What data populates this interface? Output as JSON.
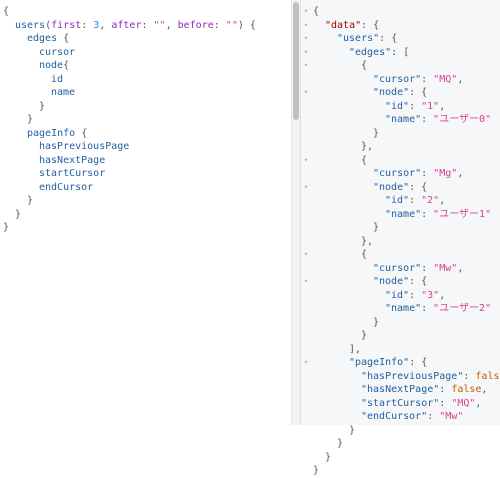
{
  "query": {
    "field": "users",
    "args": [
      {
        "name": "first",
        "kind": "num",
        "value": "3"
      },
      {
        "name": "after",
        "kind": "str",
        "value": "\"\""
      },
      {
        "name": "before",
        "kind": "str",
        "value": "\"\""
      }
    ],
    "lines": [
      {
        "indent": 0,
        "tokens": [
          {
            "t": "{",
            "c": "c-punc"
          }
        ]
      },
      {
        "indent": 1,
        "tokens": [
          {
            "t": "users",
            "c": "c-key"
          },
          {
            "t": "(",
            "c": "c-punc"
          },
          {
            "t": "first",
            "c": "c-arg"
          },
          {
            "t": ": ",
            "c": "c-punc"
          },
          {
            "t": "3",
            "c": "c-num"
          },
          {
            "t": ", ",
            "c": "c-punc"
          },
          {
            "t": "after",
            "c": "c-arg"
          },
          {
            "t": ": ",
            "c": "c-punc"
          },
          {
            "t": "\"\"",
            "c": "c-str"
          },
          {
            "t": ", ",
            "c": "c-punc"
          },
          {
            "t": "before",
            "c": "c-arg"
          },
          {
            "t": ": ",
            "c": "c-punc"
          },
          {
            "t": "\"\"",
            "c": "c-str"
          },
          {
            "t": ") {",
            "c": "c-punc"
          }
        ]
      },
      {
        "indent": 2,
        "tokens": [
          {
            "t": "edges",
            "c": "c-key"
          },
          {
            "t": " {",
            "c": "c-punc"
          }
        ]
      },
      {
        "indent": 3,
        "tokens": [
          {
            "t": "cursor",
            "c": "c-key"
          }
        ]
      },
      {
        "indent": 3,
        "tokens": [
          {
            "t": "node",
            "c": "c-key"
          },
          {
            "t": "{",
            "c": "c-punc"
          }
        ]
      },
      {
        "indent": 4,
        "tokens": [
          {
            "t": "id",
            "c": "c-key"
          }
        ]
      },
      {
        "indent": 4,
        "tokens": [
          {
            "t": "name",
            "c": "c-key"
          }
        ]
      },
      {
        "indent": 3,
        "tokens": [
          {
            "t": "}",
            "c": "c-punc"
          }
        ]
      },
      {
        "indent": 2,
        "tokens": [
          {
            "t": "}",
            "c": "c-punc"
          }
        ]
      },
      {
        "indent": 2,
        "tokens": [
          {
            "t": "pageInfo",
            "c": "c-key"
          },
          {
            "t": " {",
            "c": "c-punc"
          }
        ]
      },
      {
        "indent": 3,
        "tokens": [
          {
            "t": "hasPreviousPage",
            "c": "c-key"
          }
        ]
      },
      {
        "indent": 3,
        "tokens": [
          {
            "t": "hasNextPage",
            "c": "c-key"
          }
        ]
      },
      {
        "indent": 3,
        "tokens": [
          {
            "t": "startCursor",
            "c": "c-key"
          }
        ]
      },
      {
        "indent": 3,
        "tokens": [
          {
            "t": "endCursor",
            "c": "c-key"
          }
        ]
      },
      {
        "indent": 2,
        "tokens": [
          {
            "t": "}",
            "c": "c-punc"
          }
        ]
      },
      {
        "indent": 1,
        "tokens": [
          {
            "t": "}",
            "c": "c-punc"
          }
        ]
      },
      {
        "indent": 0,
        "tokens": [
          {
            "t": "}",
            "c": "c-punc"
          }
        ]
      }
    ]
  },
  "result": {
    "lines": [
      {
        "indent": 0,
        "fold": true,
        "tokens": [
          {
            "t": "{",
            "c": "r-punc"
          }
        ]
      },
      {
        "indent": 1,
        "fold": true,
        "tokens": [
          {
            "t": "\"data\"",
            "c": "r-datakey"
          },
          {
            "t": ": {",
            "c": "r-punc"
          }
        ]
      },
      {
        "indent": 2,
        "fold": true,
        "tokens": [
          {
            "t": "\"users\"",
            "c": "r-key"
          },
          {
            "t": ": {",
            "c": "r-punc"
          }
        ]
      },
      {
        "indent": 3,
        "fold": true,
        "tokens": [
          {
            "t": "\"edges\"",
            "c": "r-key"
          },
          {
            "t": ": [",
            "c": "r-punc"
          }
        ]
      },
      {
        "indent": 4,
        "fold": true,
        "tokens": [
          {
            "t": "{",
            "c": "r-punc"
          }
        ]
      },
      {
        "indent": 5,
        "fold": false,
        "tokens": [
          {
            "t": "\"cursor\"",
            "c": "r-key"
          },
          {
            "t": ": ",
            "c": "r-punc"
          },
          {
            "t": "\"MQ\"",
            "c": "r-str"
          },
          {
            "t": ",",
            "c": "r-punc"
          }
        ]
      },
      {
        "indent": 5,
        "fold": true,
        "tokens": [
          {
            "t": "\"node\"",
            "c": "r-key"
          },
          {
            "t": ": {",
            "c": "r-punc"
          }
        ]
      },
      {
        "indent": 6,
        "fold": false,
        "tokens": [
          {
            "t": "\"id\"",
            "c": "r-key"
          },
          {
            "t": ": ",
            "c": "r-punc"
          },
          {
            "t": "\"1\"",
            "c": "r-str"
          },
          {
            "t": ",",
            "c": "r-punc"
          }
        ]
      },
      {
        "indent": 6,
        "fold": false,
        "tokens": [
          {
            "t": "\"name\"",
            "c": "r-key"
          },
          {
            "t": ": ",
            "c": "r-punc"
          },
          {
            "t": "\"ユーザー0\"",
            "c": "r-str"
          }
        ]
      },
      {
        "indent": 5,
        "fold": false,
        "tokens": [
          {
            "t": "}",
            "c": "r-punc"
          }
        ]
      },
      {
        "indent": 4,
        "fold": false,
        "tokens": [
          {
            "t": "},",
            "c": "r-punc"
          }
        ]
      },
      {
        "indent": 4,
        "fold": true,
        "tokens": [
          {
            "t": "{",
            "c": "r-punc"
          }
        ]
      },
      {
        "indent": 5,
        "fold": false,
        "tokens": [
          {
            "t": "\"cursor\"",
            "c": "r-key"
          },
          {
            "t": ": ",
            "c": "r-punc"
          },
          {
            "t": "\"Mg\"",
            "c": "r-str"
          },
          {
            "t": ",",
            "c": "r-punc"
          }
        ]
      },
      {
        "indent": 5,
        "fold": true,
        "tokens": [
          {
            "t": "\"node\"",
            "c": "r-key"
          },
          {
            "t": ": {",
            "c": "r-punc"
          }
        ]
      },
      {
        "indent": 6,
        "fold": false,
        "tokens": [
          {
            "t": "\"id\"",
            "c": "r-key"
          },
          {
            "t": ": ",
            "c": "r-punc"
          },
          {
            "t": "\"2\"",
            "c": "r-str"
          },
          {
            "t": ",",
            "c": "r-punc"
          }
        ]
      },
      {
        "indent": 6,
        "fold": false,
        "tokens": [
          {
            "t": "\"name\"",
            "c": "r-key"
          },
          {
            "t": ": ",
            "c": "r-punc"
          },
          {
            "t": "\"ユーザー1\"",
            "c": "r-str"
          }
        ]
      },
      {
        "indent": 5,
        "fold": false,
        "tokens": [
          {
            "t": "}",
            "c": "r-punc"
          }
        ]
      },
      {
        "indent": 4,
        "fold": false,
        "tokens": [
          {
            "t": "},",
            "c": "r-punc"
          }
        ]
      },
      {
        "indent": 4,
        "fold": true,
        "tokens": [
          {
            "t": "{",
            "c": "r-punc"
          }
        ]
      },
      {
        "indent": 5,
        "fold": false,
        "tokens": [
          {
            "t": "\"cursor\"",
            "c": "r-key"
          },
          {
            "t": ": ",
            "c": "r-punc"
          },
          {
            "t": "\"Mw\"",
            "c": "r-str"
          },
          {
            "t": ",",
            "c": "r-punc"
          }
        ]
      },
      {
        "indent": 5,
        "fold": true,
        "tokens": [
          {
            "t": "\"node\"",
            "c": "r-key"
          },
          {
            "t": ": {",
            "c": "r-punc"
          }
        ]
      },
      {
        "indent": 6,
        "fold": false,
        "tokens": [
          {
            "t": "\"id\"",
            "c": "r-key"
          },
          {
            "t": ": ",
            "c": "r-punc"
          },
          {
            "t": "\"3\"",
            "c": "r-str"
          },
          {
            "t": ",",
            "c": "r-punc"
          }
        ]
      },
      {
        "indent": 6,
        "fold": false,
        "tokens": [
          {
            "t": "\"name\"",
            "c": "r-key"
          },
          {
            "t": ": ",
            "c": "r-punc"
          },
          {
            "t": "\"ユーザー2\"",
            "c": "r-str"
          }
        ]
      },
      {
        "indent": 5,
        "fold": false,
        "tokens": [
          {
            "t": "}",
            "c": "r-punc"
          }
        ]
      },
      {
        "indent": 4,
        "fold": false,
        "tokens": [
          {
            "t": "}",
            "c": "r-punc"
          }
        ]
      },
      {
        "indent": 3,
        "fold": false,
        "tokens": [
          {
            "t": "],",
            "c": "r-punc"
          }
        ]
      },
      {
        "indent": 3,
        "fold": true,
        "tokens": [
          {
            "t": "\"pageInfo\"",
            "c": "r-key"
          },
          {
            "t": ": {",
            "c": "r-punc"
          }
        ]
      },
      {
        "indent": 4,
        "fold": false,
        "tokens": [
          {
            "t": "\"hasPreviousPage\"",
            "c": "r-key"
          },
          {
            "t": ": ",
            "c": "r-punc"
          },
          {
            "t": "false",
            "c": "r-bool"
          },
          {
            "t": ",",
            "c": "r-punc"
          }
        ]
      },
      {
        "indent": 4,
        "fold": false,
        "tokens": [
          {
            "t": "\"hasNextPage\"",
            "c": "r-key"
          },
          {
            "t": ": ",
            "c": "r-punc"
          },
          {
            "t": "false",
            "c": "r-bool"
          },
          {
            "t": ",",
            "c": "r-punc"
          }
        ]
      },
      {
        "indent": 4,
        "fold": false,
        "tokens": [
          {
            "t": "\"startCursor\"",
            "c": "r-key"
          },
          {
            "t": ": ",
            "c": "r-punc"
          },
          {
            "t": "\"MQ\"",
            "c": "r-str"
          },
          {
            "t": ",",
            "c": "r-punc"
          }
        ]
      },
      {
        "indent": 4,
        "fold": false,
        "tokens": [
          {
            "t": "\"endCursor\"",
            "c": "r-key"
          },
          {
            "t": ": ",
            "c": "r-punc"
          },
          {
            "t": "\"Mw\"",
            "c": "r-str"
          }
        ]
      },
      {
        "indent": 3,
        "fold": false,
        "tokens": [
          {
            "t": "}",
            "c": "r-punc"
          }
        ]
      },
      {
        "indent": 2,
        "fold": false,
        "tokens": [
          {
            "t": "}",
            "c": "r-punc"
          }
        ]
      },
      {
        "indent": 1,
        "fold": false,
        "tokens": [
          {
            "t": "}",
            "c": "r-punc"
          }
        ]
      },
      {
        "indent": 0,
        "fold": false,
        "tokens": [
          {
            "t": "}",
            "c": "r-punc"
          }
        ]
      }
    ]
  },
  "icons": {
    "fold": "chevron-down-icon",
    "fold_glyph": "▾"
  }
}
